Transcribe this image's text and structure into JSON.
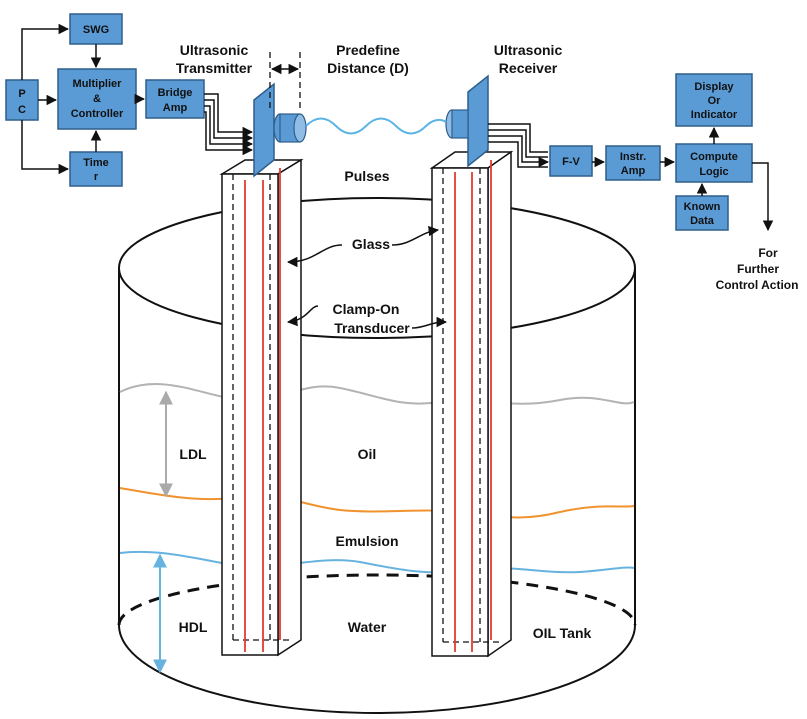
{
  "blocks": {
    "swg": "SWG",
    "pc_p": "P",
    "pc_c": "C",
    "multiplier_1": "Multiplier",
    "multiplier_2": "&",
    "multiplier_3": "Controller",
    "timer_1": "Time",
    "timer_2": "r",
    "bridge_1": "Bridge",
    "bridge_2": "Amp",
    "fv": "F-V",
    "instr_1": "Instr.",
    "instr_2": "Amp",
    "compute_1": "Compute",
    "compute_2": "Logic",
    "display_1": "Display",
    "display_2": "Or",
    "display_3": "Indicator",
    "known_1": "Known",
    "known_2": "Data"
  },
  "labels": {
    "transmitter_1": "Ultrasonic",
    "transmitter_2": "Transmitter",
    "distance_1": "Predefine",
    "distance_2": "Distance (D)",
    "receiver_1": "Ultrasonic",
    "receiver_2": "Receiver",
    "pulses": "Pulses",
    "glass": "Glass",
    "clamp_1": "Clamp-On",
    "clamp_2": "Transducer",
    "ldl": "LDL",
    "oil": "Oil",
    "emulsion": "Emulsion",
    "hdl": "HDL",
    "water": "Water",
    "oil_tank": "OIL Tank",
    "further_1": "For",
    "further_2": "Further",
    "further_3": "Control Action"
  },
  "colors": {
    "block_fill": "#5b9bd5",
    "oil_layer": "#b3b3b3",
    "emulsion_layer": "#f0922e",
    "water_layer": "#66b3e0",
    "transducer_line": "#e03c31",
    "pulse_wave": "#5ab4e6"
  }
}
